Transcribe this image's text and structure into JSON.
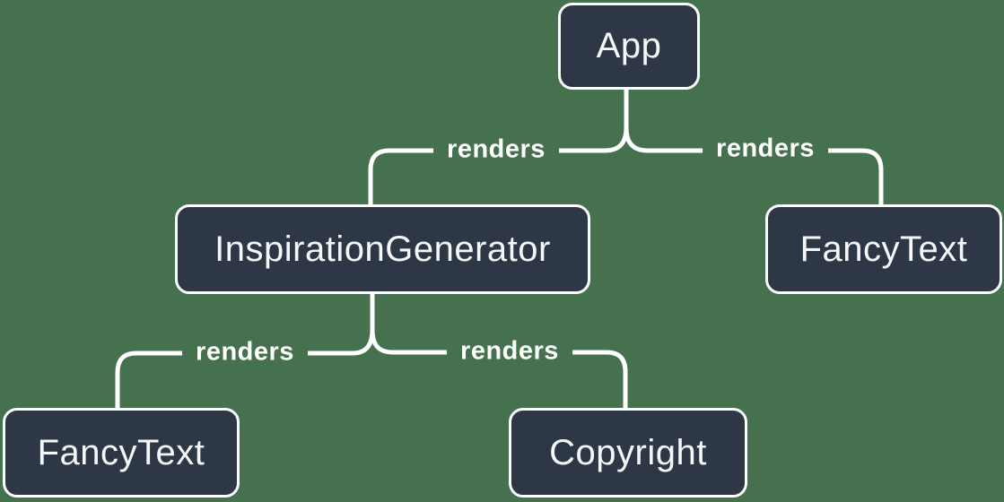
{
  "diagram": {
    "type": "tree",
    "description": "React render tree diagram",
    "colors": {
      "background": "#46714F",
      "node_fill": "#2E3745",
      "node_border": "#FFFFFF",
      "edge_line": "#FFFFFF",
      "node_text": "#F6F7F9"
    },
    "nodes": [
      {
        "id": "app",
        "label": "App"
      },
      {
        "id": "inspiration-generator",
        "label": "InspirationGenerator"
      },
      {
        "id": "fancy-text-top",
        "label": "FancyText"
      },
      {
        "id": "fancy-text-bottom",
        "label": "FancyText"
      },
      {
        "id": "copyright",
        "label": "Copyright"
      }
    ],
    "edges": [
      {
        "from": "App",
        "to": "InspirationGenerator",
        "label": "renders"
      },
      {
        "from": "App",
        "to": "FancyText",
        "label": "renders"
      },
      {
        "from": "InspirationGenerator",
        "to": "FancyText",
        "label": "renders"
      },
      {
        "from": "InspirationGenerator",
        "to": "Copyright",
        "label": "renders"
      }
    ]
  }
}
